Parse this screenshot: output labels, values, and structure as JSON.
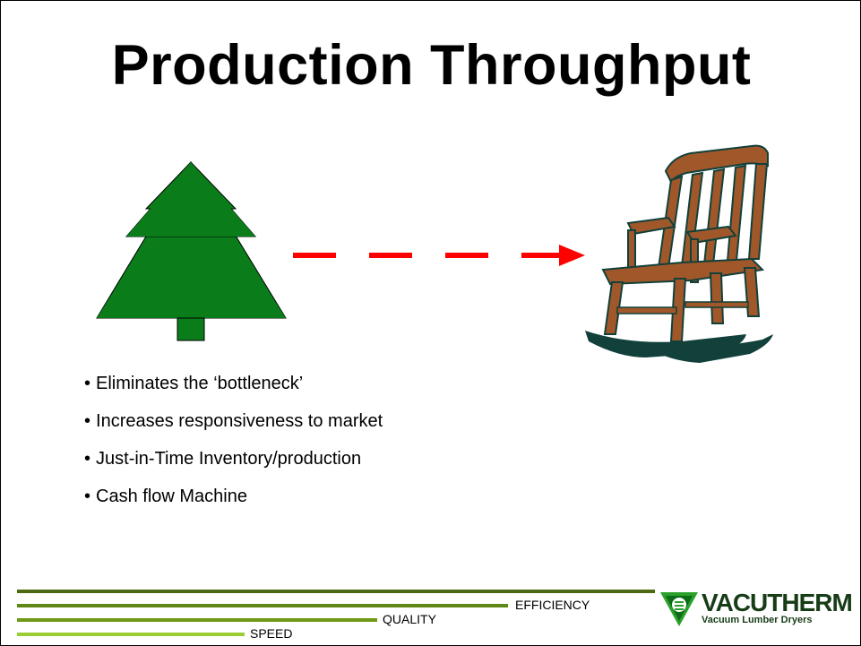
{
  "slide": {
    "title": "Production Throughput",
    "bullets": [
      "Eliminates the ‘bottleneck’",
      "Increases responsiveness to market",
      "Just-in-Time Inventory/production",
      "Cash flow Machine"
    ]
  },
  "illustration": {
    "left_icon": "pine-tree-icon",
    "arrow_icon": "dashed-arrow-icon",
    "right_icon": "rocking-chair-icon"
  },
  "footer": {
    "labels": {
      "efficiency": "EFFICIENCY",
      "quality": "QUALITY",
      "speed": "SPEED"
    }
  },
  "logo": {
    "name": "VACUTHERM",
    "tagline": "Vacuum Lumber Dryers"
  },
  "colors": {
    "tree": "#0a7d1a",
    "arrow": "#ff0000",
    "line_dark": "#4b6a13",
    "line_mid": "#6f9a16",
    "line_light": "#9acd32",
    "chair": "#a0582a",
    "chair_dark": "#12403a",
    "logo_green": "#2aa12a"
  }
}
